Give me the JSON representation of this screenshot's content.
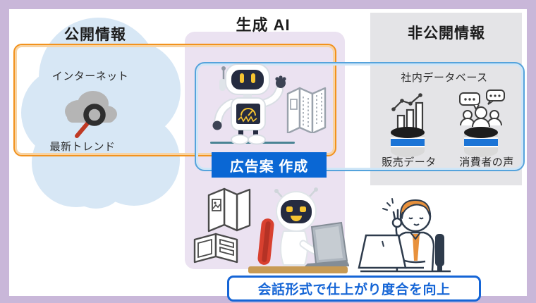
{
  "colors": {
    "frame_background": "#c9b7d9",
    "canvas": "#ffffff",
    "public_cloud": "#d7e7f5",
    "genai_panel": "#ebe2f1",
    "private_panel": "#e4e4e7",
    "public_ring_orange": "#f2921d",
    "shared_ring_blue": "#55a3dc",
    "action_button_blue": "#0a67d4",
    "caption_blue": "#1565d6",
    "database_band_blue": "#1b74d6",
    "accent_orange": "#e8913c"
  },
  "icons": [
    "cloud-search-icon",
    "robot-icon",
    "map-icon",
    "sales-chart-icon",
    "voices-chat-icon",
    "database-icon",
    "brochure-icon",
    "open-book-icon",
    "robot-typing-icon",
    "person-ok-icon"
  ],
  "sections": {
    "public": {
      "title": "公開情報",
      "source_label": "インターネット",
      "item_label": "最新トレンド"
    },
    "gen_ai": {
      "title": "生成 AI",
      "action_label": "広告案 作成"
    },
    "private": {
      "title": "非公開情報",
      "db_label": "社内データベース",
      "db_items": [
        {
          "label": "販売データ"
        },
        {
          "label": "消費者の声"
        }
      ]
    },
    "caption": {
      "text": "会話形式で仕上がり度合を向上"
    }
  }
}
